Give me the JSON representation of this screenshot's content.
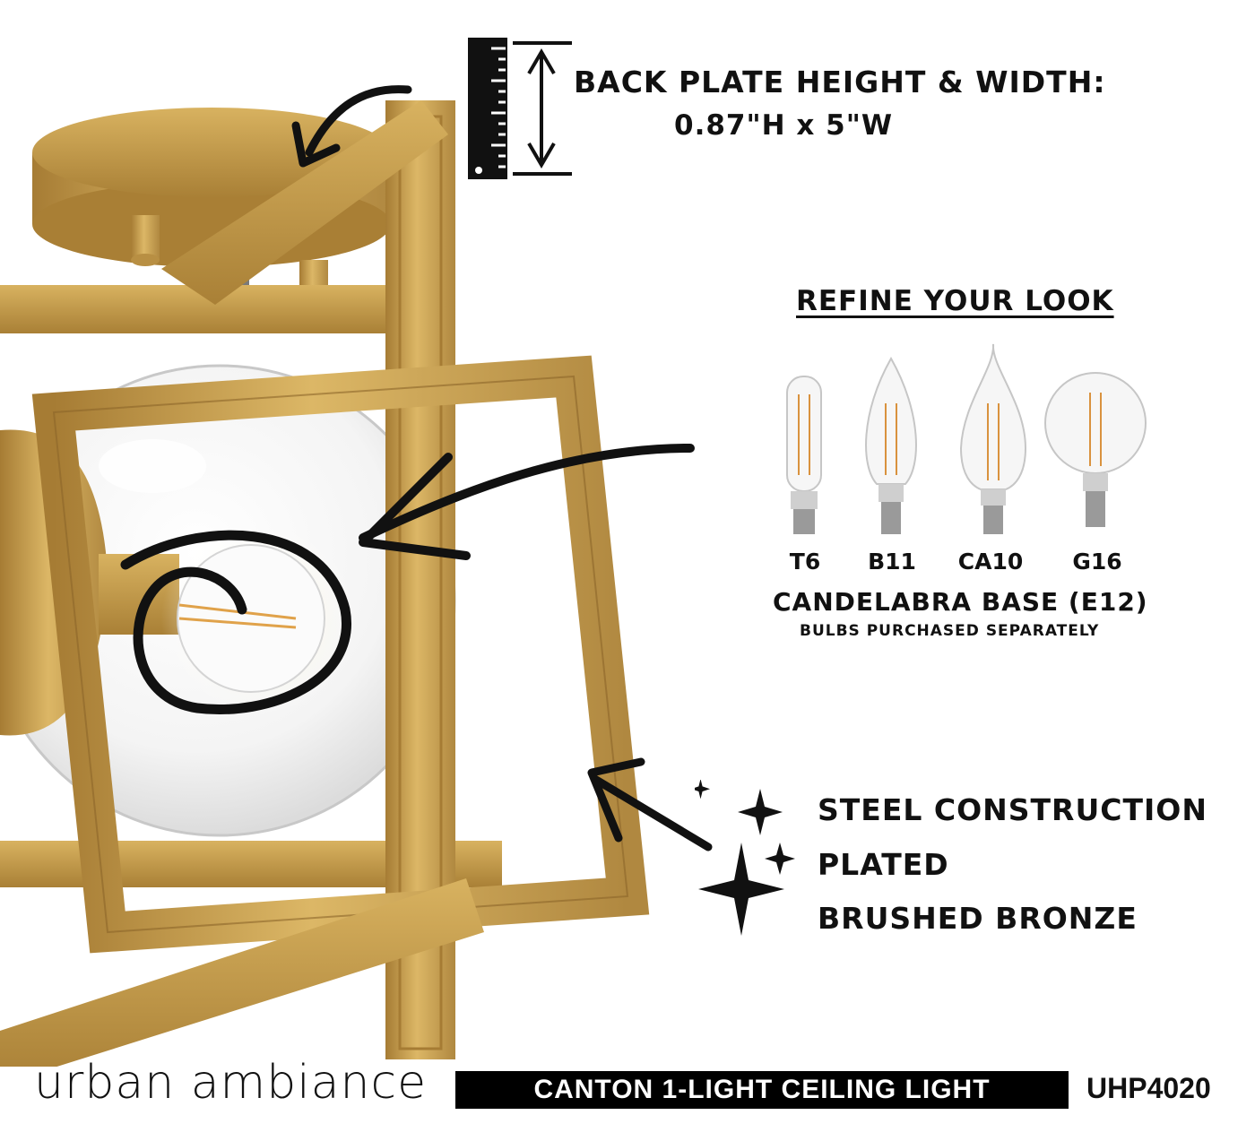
{
  "back_plate": {
    "title": "BACK PLATE HEIGHT & WIDTH:",
    "dimensions": "0.87\"H x 5\"W"
  },
  "refine": {
    "title": "REFINE YOUR LOOK",
    "bulbs": [
      {
        "label": "T6"
      },
      {
        "label": "B11"
      },
      {
        "label": "CA10"
      },
      {
        "label": "G16"
      }
    ],
    "base_title": "CANDELABRA BASE (E12)",
    "base_note": "BULBS PURCHASED SEPARATELY"
  },
  "features": [
    "STEEL CONSTRUCTION",
    "PLATED",
    "BRUSHED BRONZE"
  ],
  "footer": {
    "brand": "urban ambiance",
    "product": "CANTON 1-LIGHT CEILING LIGHT",
    "sku": "UHP4020"
  },
  "colors": {
    "brass": "#c9a24e",
    "brass_dark": "#9a7430",
    "ink": "#111111"
  },
  "icons": [
    "ruler-icon",
    "double-arrow-icon",
    "sparkle-icon",
    "arrow-icon"
  ]
}
